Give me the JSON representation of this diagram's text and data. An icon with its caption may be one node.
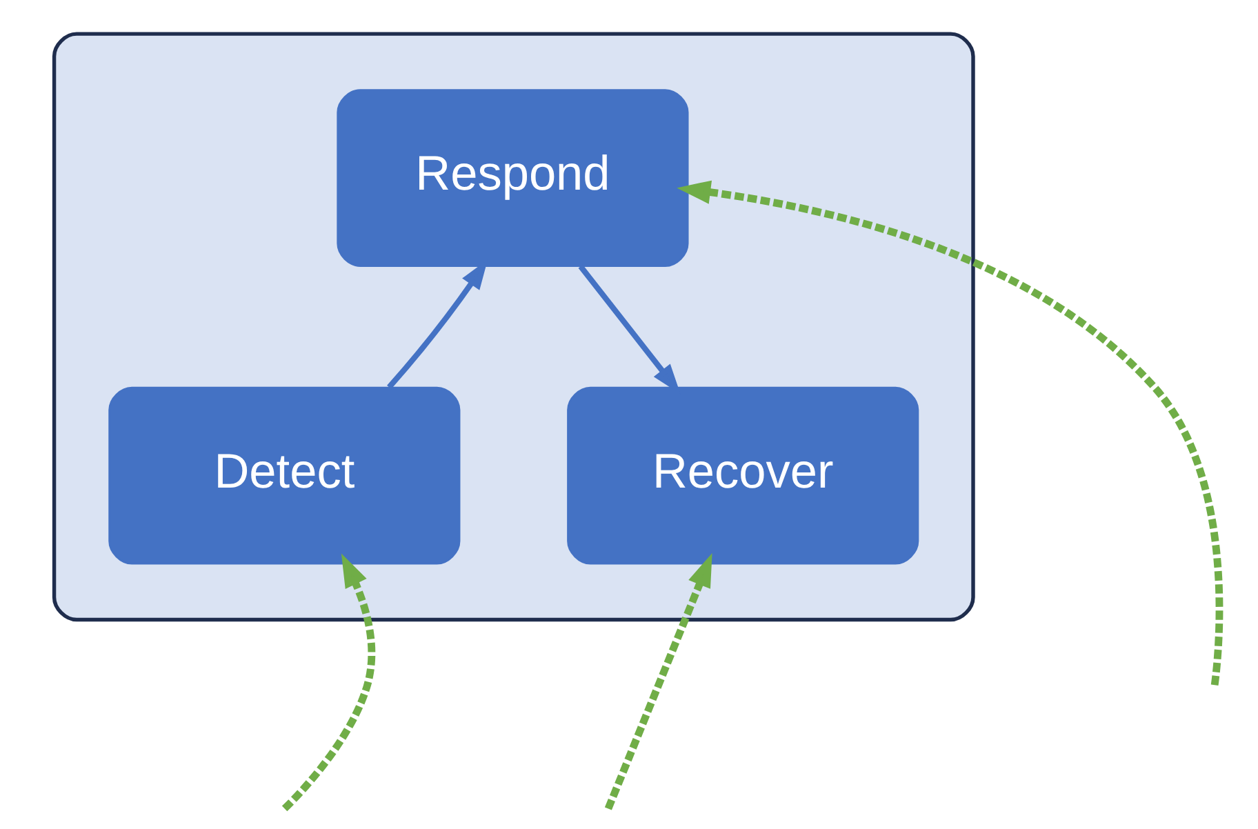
{
  "diagram": {
    "nodes": [
      {
        "text": [],
        "shape": "box"
      },
      {
        "text": [
          "Respond"
        ],
        "in": 0
      },
      {
        "text": [
          "Detect"
        ],
        "in": 0
      },
      {
        "text": [
          "Recover"
        ],
        "in": 0
      }
    ],
    "edges": [
      {
        "from": 2,
        "to": 1,
        "arrow": "to",
        "color": "#4472c4"
      },
      {
        "from": 1,
        "to": 3,
        "arrow": "to",
        "color": "#4472c4"
      },
      {
        "from": null,
        "to": 2,
        "arrow": "to",
        "style": "dashed",
        "color": "#70ad47"
      },
      {
        "from": null,
        "to": 1,
        "arrow": "to",
        "style": "dashed",
        "color": "#70ad47"
      },
      {
        "from": null,
        "to": 3,
        "arrow": "to",
        "style": "dashed",
        "color": "#70ad47"
      }
    ]
  }
}
